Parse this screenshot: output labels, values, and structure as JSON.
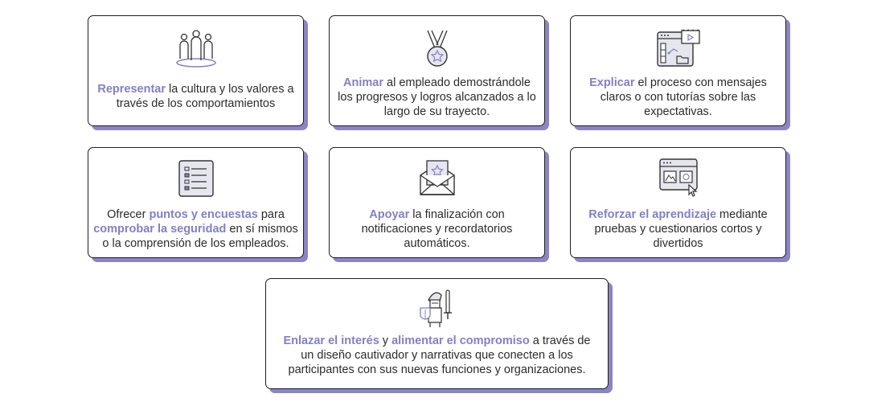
{
  "cards": [
    {
      "icon": "people-culture-icon",
      "parts": [
        {
          "text": "Representar",
          "bold": true
        },
        {
          "text": " la cultura y los valores a través de los comportamientos",
          "bold": false
        }
      ]
    },
    {
      "icon": "medal-star-icon",
      "parts": [
        {
          "text": "Animar",
          "bold": true
        },
        {
          "text": " al empleado demostrándole los progresos y logros alcanzados a lo largo de su trayecto.",
          "bold": false
        }
      ]
    },
    {
      "icon": "tutorial-video-icon",
      "parts": [
        {
          "text": "Explicar",
          "bold": true
        },
        {
          "text": " el proceso con mensajes claros o con tutorías sobre las expectativas.",
          "bold": false
        }
      ]
    },
    {
      "icon": "checklist-icon",
      "parts": [
        {
          "text": "Ofrecer ",
          "bold": false
        },
        {
          "text": "puntos y encuestas",
          "bold": true
        },
        {
          "text": " para ",
          "bold": false
        },
        {
          "text": "comprobar la seguridad",
          "bold": true
        },
        {
          "text": " en sí mismos o la comprensión de los empleados.",
          "bold": false
        }
      ]
    },
    {
      "icon": "envelope-star-icon",
      "parts": [
        {
          "text": "Apoyar",
          "bold": true
        },
        {
          "text": " la finalización con notificaciones y recordatorios automáticos.",
          "bold": false
        }
      ]
    },
    {
      "icon": "quiz-click-icon",
      "parts": [
        {
          "text": "Reforzar el aprendizaje",
          "bold": true
        },
        {
          "text": " mediante pruebas y cuestionarios cortos y divertidos",
          "bold": false
        }
      ]
    },
    {
      "icon": "knight-icon",
      "parts": [
        {
          "text": "Enlazar el interés",
          "bold": true
        },
        {
          "text": " y ",
          "bold": false
        },
        {
          "text": "alimentar el compromiso",
          "bold": true
        },
        {
          "text": " a través de un diseño cautivador y narrativas que conecten a los participantes con sus nuevas funciones y organizaciones.",
          "bold": false
        }
      ]
    }
  ],
  "colors": {
    "accent": "#8380c2",
    "shadow": "#8a86c4",
    "border": "#1f1f1f",
    "icon_fill": "#e6e6ee"
  }
}
